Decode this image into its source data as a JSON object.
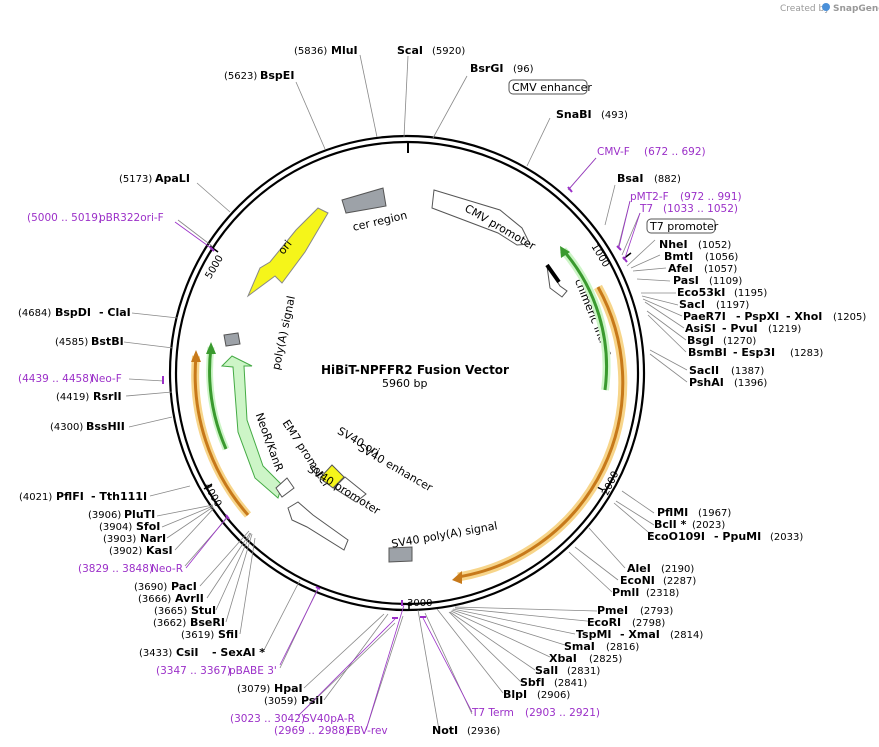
{
  "watermark": {
    "prefix": "Created by",
    "brand": "SnapGene"
  },
  "title": "HiBiT-NPFFR2 Fusion Vector",
  "size": "5960 bp",
  "ticks": [
    "1000",
    "2000",
    "3000",
    "4000",
    "5000"
  ],
  "features": {
    "cer_region": "cer region",
    "cmv_promoter": "CMV promoter",
    "chimeric_intron": "chimeric intron",
    "ori": "ori",
    "polyA_signal": "poly(A) signal",
    "neo_kan": "NeoR/KanR",
    "em7_promoter": "EM7 promoter",
    "sv40_ori": "SV40 ori",
    "sv40_enhancer": "SV40 enhancer",
    "sv40_promoter": "SV40 promoter",
    "sv40_polyA": "SV40 poly(A) signal",
    "cmv_enhancer": "CMV enhancer",
    "t7_promoter": "T7 promoter"
  },
  "labels": {
    "mlui": {
      "name": "MluI",
      "pos": "(5836)"
    },
    "scai": {
      "name": "ScaI",
      "pos": "(5920)"
    },
    "bsrgi": {
      "name": "BsrGI",
      "pos": "(96)"
    },
    "bspei": {
      "name": "BspEI",
      "pos": "(5623)"
    },
    "snabi": {
      "name": "SnaBI",
      "pos": "(493)"
    },
    "cmvf": {
      "name": "CMV-F",
      "pos": "(672 .. 692)"
    },
    "apali": {
      "name": "ApaLI",
      "pos": "(5173)"
    },
    "bsai": {
      "name": "BsaI",
      "pos": "(882)"
    },
    "pmt2f": {
      "name": "pMT2-F",
      "pos": "(972 .. 991)"
    },
    "t7": {
      "name": "T7",
      "pos": "(1033 .. 1052)"
    },
    "pbr322": {
      "name": "pBR322ori-F",
      "pos": "(5000 .. 5019)"
    },
    "nhei": {
      "name": "NheI",
      "pos": "(1052)"
    },
    "bmti": {
      "name": "BmtI",
      "pos": "(1056)"
    },
    "afei": {
      "name": "AfeI",
      "pos": "(1057)"
    },
    "pasi": {
      "name": "PasI",
      "pos": "(1109)"
    },
    "eco53ki": {
      "name": "Eco53kI",
      "pos": "(1195)"
    },
    "saci": {
      "name": "SacI",
      "pos": "(1197)"
    },
    "paer7i": {
      "name": "PaeR7I",
      "mid": "- PspXI",
      "last": "- XhoI",
      "pos": "(1205)"
    },
    "asisi": {
      "name": "AsiSI",
      "last": "- PvuI",
      "pos": "(1219)"
    },
    "bsgi": {
      "name": "BsgI",
      "pos": "(1270)"
    },
    "bsmbi": {
      "name": "BsmBI",
      "last": "- Esp3I",
      "pos": "(1283)"
    },
    "bspdi": {
      "name": "BspDI",
      "last": "- ClaI",
      "pos": "(4684)"
    },
    "bstbi": {
      "name": "BstBI",
      "pos": "(4585)"
    },
    "sacii": {
      "name": "SacII",
      "pos": "(1387)"
    },
    "pshai": {
      "name": "PshAI",
      "pos": "(1396)"
    },
    "neof": {
      "name": "Neo-F",
      "pos": "(4439 .. 4458)"
    },
    "rsrii": {
      "name": "RsrII",
      "pos": "(4419)"
    },
    "bsshii": {
      "name": "BssHII",
      "pos": "(4300)"
    },
    "pflfi": {
      "name": "PflFI",
      "last": "- Tth111I",
      "pos": "(4021)"
    },
    "pflmi": {
      "name": "PflMI",
      "pos": "(1967)"
    },
    "bcli": {
      "name": "BclI *",
      "pos": "(2023)"
    },
    "eco0109i": {
      "name": "EcoO109I",
      "last": "- PpuMI",
      "pos": "(2033)"
    },
    "pluti": {
      "name": "PluTI",
      "pos": "(3906)"
    },
    "sfoi": {
      "name": "SfoI",
      "pos": "(3904)"
    },
    "nari": {
      "name": "NarI",
      "pos": "(3903)"
    },
    "kasi": {
      "name": "KasI",
      "pos": "(3902)"
    },
    "neor": {
      "name": "Neo-R",
      "pos": "(3829 .. 3848)"
    },
    "alei": {
      "name": "AleI",
      "pos": "(2190)"
    },
    "econi": {
      "name": "EcoNI",
      "pos": "(2287)"
    },
    "pmli": {
      "name": "PmlI",
      "pos": "(2318)"
    },
    "paci": {
      "name": "PacI",
      "pos": "(3690)"
    },
    "avrii": {
      "name": "AvrII",
      "pos": "(3666)"
    },
    "stui": {
      "name": "StuI",
      "pos": "(3665)"
    },
    "beeri": {
      "name": "BseRI",
      "pos": "(3662)"
    },
    "sfii": {
      "name": "SfiI",
      "pos": "(3619)"
    },
    "pmei": {
      "name": "PmeI",
      "pos": "(2793)"
    },
    "ecori": {
      "name": "EcoRI",
      "pos": "(2798)"
    },
    "tspmi": {
      "name": "TspMI",
      "last": "- XmaI",
      "pos": "(2814)"
    },
    "smai": {
      "name": "SmaI",
      "pos": "(2816)"
    },
    "xbai": {
      "name": "XbaI",
      "pos": "(2825)"
    },
    "sali": {
      "name": "SalI",
      "pos": "(2831)"
    },
    "sbfi": {
      "name": "SbfI",
      "pos": "(2841)"
    },
    "blpi": {
      "name": "BlpI",
      "pos": "(2906)"
    },
    "csii": {
      "name": "CsiI",
      "last": "- SexAI *",
      "pos": "(3433)"
    },
    "pbabe": {
      "name": "pBABE 3'",
      "pos": "(3347 .. 3367)"
    },
    "hpai": {
      "name": "HpaI",
      "pos": "(3079)"
    },
    "psii": {
      "name": "PsiI",
      "pos": "(3059)"
    },
    "sv40par": {
      "name": "SV40pA-R",
      "pos": "(3023 .. 3042)"
    },
    "ebvrev": {
      "name": "EBV-rev",
      "pos": "(2969 .. 2988)"
    },
    "t7term": {
      "name": "T7 Term",
      "pos": "(2903 .. 2921)"
    },
    "noti": {
      "name": "NotI",
      "pos": "(2936)"
    }
  }
}
